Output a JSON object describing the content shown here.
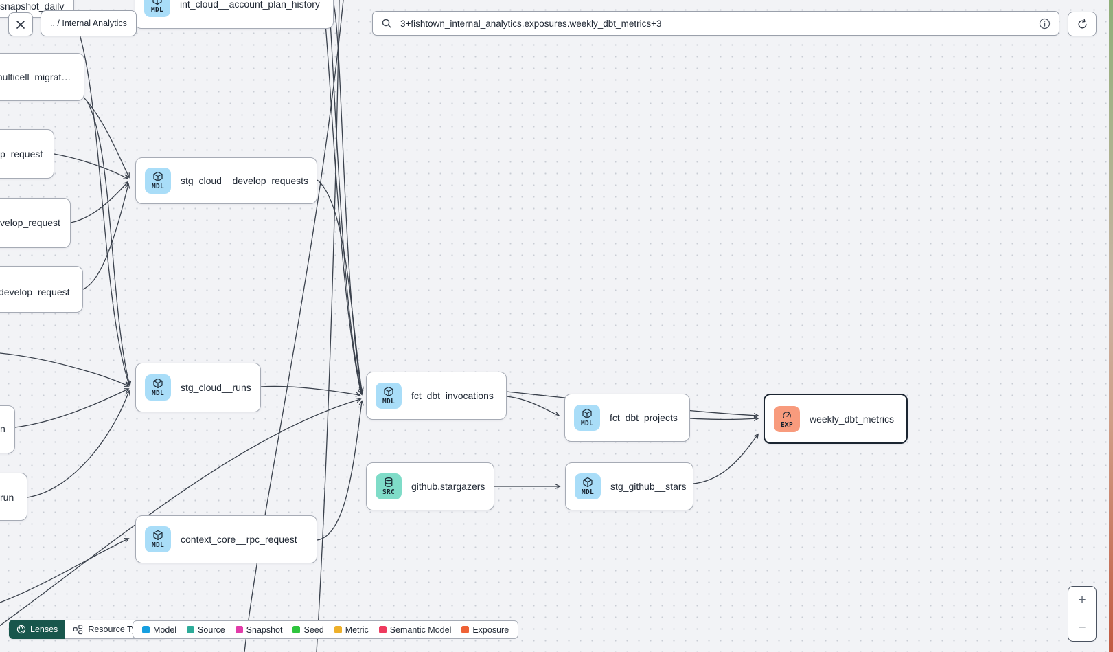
{
  "topbar": {
    "breadcrumb": ".. / Internal Analytics",
    "search_value": "3+fishtown_internal_analytics.exposures.weekly_dbt_metrics+3"
  },
  "nodes": [
    {
      "label": "int_cloud__account_plan_history",
      "badge": "MDL",
      "badge_color": "#a9ddf8"
    },
    {
      "label": "stg_cloud__develop_requests",
      "badge": "MDL",
      "badge_color": "#a9ddf8"
    },
    {
      "label": "stg_cloud__runs",
      "badge": "MDL",
      "badge_color": "#a9ddf8"
    },
    {
      "label": "fct_dbt_invocations",
      "badge": "MDL",
      "badge_color": "#a9ddf8"
    },
    {
      "label": "fct_dbt_projects",
      "badge": "MDL",
      "badge_color": "#a9ddf8"
    },
    {
      "label": "weekly_dbt_metrics",
      "badge": "EXP",
      "badge_color": "#f89b7d"
    },
    {
      "label": "github.stargazers",
      "badge": "SRC",
      "badge_color": "#7fdcc8"
    },
    {
      "label": "stg_github__stars",
      "badge": "MDL",
      "badge_color": "#a9ddf8"
    },
    {
      "label": "context_core__rpc_request",
      "badge": "MDL",
      "badge_color": "#a9ddf8"
    }
  ],
  "partial_nodes": [
    {
      "label": "snapshot_daily"
    },
    {
      "label": "multicell_migrat…"
    },
    {
      "label": "p_request"
    },
    {
      "label": "velop_request"
    },
    {
      "label": "develop_request"
    },
    {
      "label": "n"
    },
    {
      "label": "run"
    }
  ],
  "toolbar": {
    "lenses": "Lenses",
    "resource_type": "Resource Type"
  },
  "legend": {
    "items": [
      {
        "label": "Model",
        "color": "#169fe0"
      },
      {
        "label": "Source",
        "color": "#2dab99"
      },
      {
        "label": "Snapshot",
        "color": "#e23ba9"
      },
      {
        "label": "Seed",
        "color": "#2ec43d"
      },
      {
        "label": "Metric",
        "color": "#eeb02a"
      },
      {
        "label": "Semantic Model",
        "color": "#ee3a5e"
      },
      {
        "label": "Exposure",
        "color": "#ef6236"
      }
    ]
  },
  "zoom_controls": {
    "zoom_in": "+",
    "zoom_out": "−"
  }
}
